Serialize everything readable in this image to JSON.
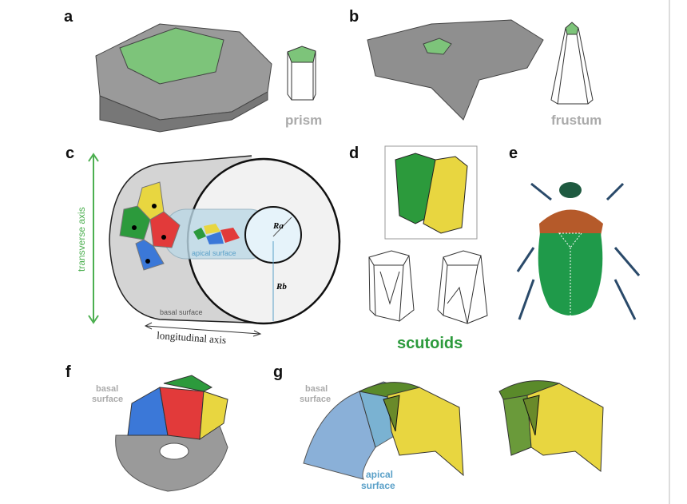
{
  "panels": {
    "a": {
      "label": "a",
      "caption": "prism"
    },
    "b": {
      "label": "b",
      "caption": "frustum"
    },
    "c": {
      "label": "c",
      "transverse_axis": "transverse axis",
      "longitudinal_axis": "longitudinal axis",
      "basal_surface": "basal surface",
      "apical_surface": "apical surface",
      "ra": "Ra",
      "rb": "Rb"
    },
    "d": {
      "label": "d",
      "caption": "scutoids"
    },
    "e": {
      "label": "e"
    },
    "f": {
      "label": "f",
      "basal_line1": "basal",
      "basal_line2": "surface"
    },
    "g": {
      "label": "g",
      "basal_line1": "basal",
      "basal_line2": "surface",
      "apical_line1": "apical",
      "apical_line2": "surface"
    }
  },
  "colors": {
    "green": "#7dc47a",
    "scutoid_green": "#2c9a3c",
    "yellow": "#e8d640",
    "red": "#e23a3a",
    "blue": "#3b78d8",
    "axis_green": "#4caf50",
    "apical_blue": "#5aa0c8"
  }
}
